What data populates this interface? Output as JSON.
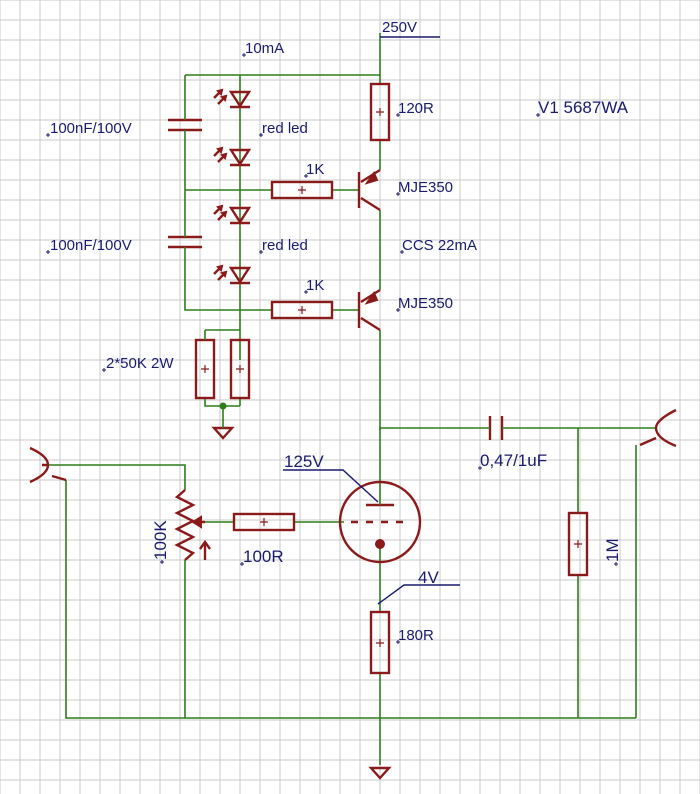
{
  "labels": {
    "supply": "250V",
    "current": "10mA",
    "r_top": "120R",
    "tube": "V1 5687WA",
    "cap1": "100nF/100V",
    "led1": "red led",
    "r1k_a": "1K",
    "q1": "MJE350",
    "cap2": "100nF/100V",
    "led2": "red led",
    "ccs": "CCS 22mA",
    "r1k_b": "1K",
    "q2": "MJE350",
    "r50k": "2*50K 2W",
    "plate_v": "125V",
    "coupling_cap": "0,47/1uF",
    "pot": "100K",
    "grid_r": "100R",
    "r_out": "1M",
    "cathode_v": "4V",
    "r_cathode": "180R"
  }
}
